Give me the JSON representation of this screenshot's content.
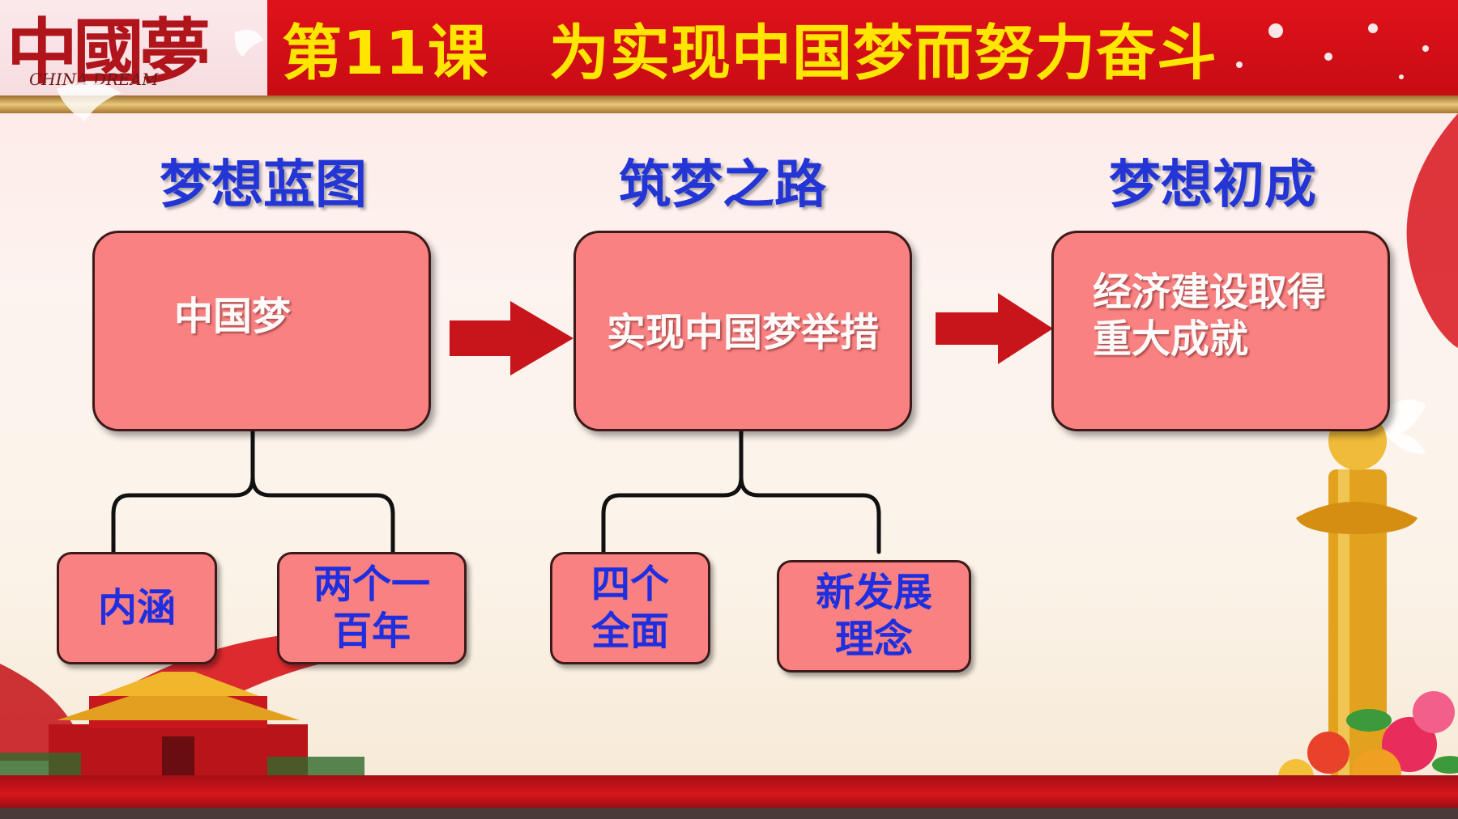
{
  "header": {
    "logo_text": "中國夢",
    "logo_subtitle": "CHINA DREAM",
    "title": "第11课　为实现中国梦而努力奋斗"
  },
  "columns": [
    {
      "heading": "梦想蓝图",
      "box": "中国梦",
      "subs": [
        "内涵",
        "两个一\n百年"
      ]
    },
    {
      "heading": "筑梦之路",
      "box": "实现中国梦举措",
      "subs": [
        "四个\n全面",
        "新发展\n理念"
      ]
    },
    {
      "heading": "梦想初成",
      "box": "经济建设取得\n重大成就"
    }
  ],
  "colors": {
    "title_bg": "#d10f17",
    "title_text": "#ffe600",
    "heading": "#2435d6",
    "box_fill": "#f98181",
    "sub_text": "#1f2fe0",
    "arrow": "#c8141b"
  }
}
